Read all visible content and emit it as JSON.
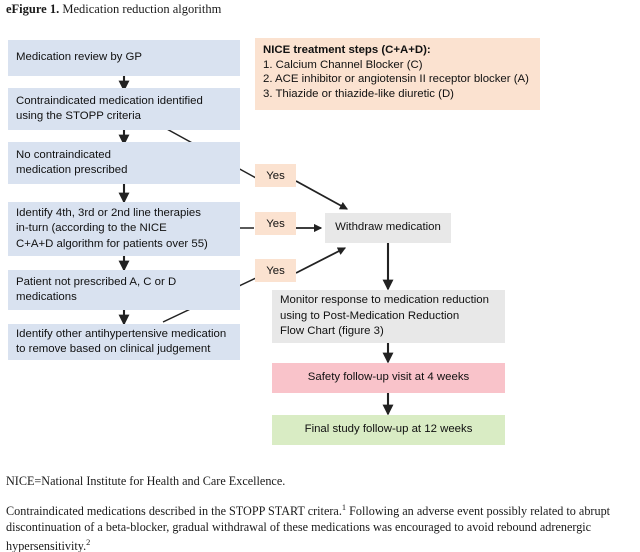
{
  "figure": {
    "label": "eFigure 1.",
    "caption": "Medication reduction algorithm"
  },
  "legend": {
    "title": "NICE treatment steps (C+A+D):",
    "steps": [
      "1. Calcium Channel Blocker (C)",
      "2. ACE inhibitor or angiotensin II receptor blocker (A)",
      "3. Thiazide or thiazide-like diuretic (D)"
    ]
  },
  "flow": {
    "left_column": [
      {
        "id": "medication-review",
        "text": "Medication review by GP",
        "color": "#d9e2f0"
      },
      {
        "id": "contraindicated-identified",
        "text": "Contraindicated medication identified\nusing the STOPP criteria",
        "color": "#d9e2f0"
      },
      {
        "id": "no-contraindicated",
        "text": "No contraindicated\nmedication prescribed",
        "color": "#d9e2f0"
      },
      {
        "id": "identify-lines",
        "text": "Identify 4th, 3rd or 2nd line therapies\nin-turn (according to the NICE\nC+A+D algorithm for patients over 55)",
        "color": "#d9e2f0"
      },
      {
        "id": "not-prescribed-acd",
        "text": "Patient not prescribed A, C or D\nmedications",
        "color": "#d9e2f0"
      },
      {
        "id": "identify-other",
        "text": "Identify other antihypertensive medication\nto remove based on clinical judgement",
        "color": "#d9e2f0"
      }
    ],
    "decision_labels": [
      {
        "id": "yes-1",
        "text": "Yes",
        "color": "#fbe2d0"
      },
      {
        "id": "yes-2",
        "text": "Yes",
        "color": "#fbe2d0"
      },
      {
        "id": "yes-3",
        "text": "Yes",
        "color": "#fbe2d0"
      }
    ],
    "right_column": [
      {
        "id": "withdraw-medication",
        "text": "Withdraw medication",
        "color": "#e8e8e8"
      },
      {
        "id": "monitor-response",
        "text": "Monitor response to medication reduction\nusing to Post-Medication Reduction\nFlow Chart (figure 3)",
        "color": "#e8e8e8"
      },
      {
        "id": "safety-followup",
        "text": "Safety follow-up visit at 4 weeks",
        "color": "#f9c3ca"
      },
      {
        "id": "final-followup",
        "text": "Final study follow-up at 12 weeks",
        "color": "#d9ecc4"
      }
    ]
  },
  "footnotes": {
    "abbreviation": "NICE=National Institute for Health and Care Excellence.",
    "note_part_1": "Contraindicated medications described in the STOPP START critera.",
    "note_ref_1": "1",
    "note_part_2": " Following an adverse event possibly related to abrupt discontinuation of a beta-blocker, gradual withdrawal of these medications was encouraged to avoid rebound adrenergic hypersensitivity.",
    "note_ref_2": "2"
  },
  "colors": {
    "blue": "#d9e2f0",
    "peach": "#fbe2d0",
    "grey": "#e8e8e8",
    "pink": "#f9c3ca",
    "green": "#d9ecc4",
    "arrow": "#222222"
  }
}
